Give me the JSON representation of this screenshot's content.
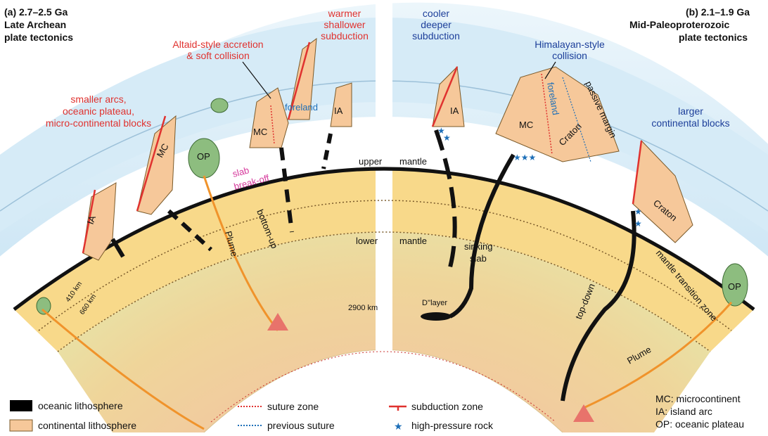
{
  "panel_a": {
    "title_line1": "(a) 2.7–2.5 Ga",
    "title_line2": "Late Archean",
    "title_line3": "plate tectonics"
  },
  "panel_b": {
    "title_line1": "(b) 2.1–1.9 Ga",
    "title_line2": "Mid-Paleoproterozoic",
    "title_line3": "plate tectonics"
  },
  "annotations_a": {
    "warmer_line1": "warmer",
    "warmer_line2": "shallower",
    "warmer_line3": "subduction",
    "altaid_line1": "Altaid-style accretion",
    "altaid_line2": "& soft collision",
    "smaller_line1": "smaller arcs,",
    "smaller_line2": "oceanic plateau,",
    "smaller_line3": "micro-continental blocks",
    "foreland": "foreland",
    "ia_right": "IA",
    "ia_left": "IA",
    "mc": "MC",
    "mc2": "MC",
    "op": "OP",
    "slab_line1": "slab",
    "slab_line2": "break-off",
    "plume": "Plume",
    "bottom_up": "bottom-up",
    "km410": "410 km",
    "km660": "660 km",
    "km2900": "2900 km"
  },
  "annotations_b": {
    "cooler_line1": "cooler",
    "cooler_line2": "deeper",
    "cooler_line3": "subduction",
    "himalayan_line1": "Himalayan-style",
    "himalayan_line2": "collision",
    "larger_line1": "larger",
    "larger_line2": "continental blocks",
    "ia": "IA",
    "mc": "MC",
    "foreland": "foreland",
    "craton1": "Craton",
    "craton2": "Craton",
    "passive_margin": "passive margin",
    "sinking_line1": "sinking",
    "sinking_line2": "slab",
    "top_down": "top-down",
    "dlayer": "D''layer",
    "mantle_transition": "mantle transition zone",
    "plume": "Plume",
    "op": "OP"
  },
  "mantle_labels": {
    "upper": "upper",
    "upper_mantle": "mantle",
    "lower": "lower",
    "lower_mantle": "mantle"
  },
  "legend": {
    "oceanic": "oceanic lithosphere",
    "continental": "continental lithosphere",
    "suture": "suture zone",
    "previous_suture": "previous suture",
    "subduction": "subduction zone",
    "high_pressure": "high-pressure rock"
  },
  "abbreviations": {
    "mc": "MC: microcontinent",
    "ia": "IA: island arc",
    "op": "OP: oceanic plateau"
  },
  "colors": {
    "sky": "#cfe6f5",
    "crust_tan": "#f6c89a",
    "upper_mantle": "#f7d98a",
    "lower_mantle": "#e9dfa6",
    "core": "#ffffff",
    "oceanic": "#000000",
    "red_label": "#e0322f",
    "blue_label": "#1d3f9a",
    "plume": "#f0932b",
    "op_green": "#8dbd7f"
  }
}
